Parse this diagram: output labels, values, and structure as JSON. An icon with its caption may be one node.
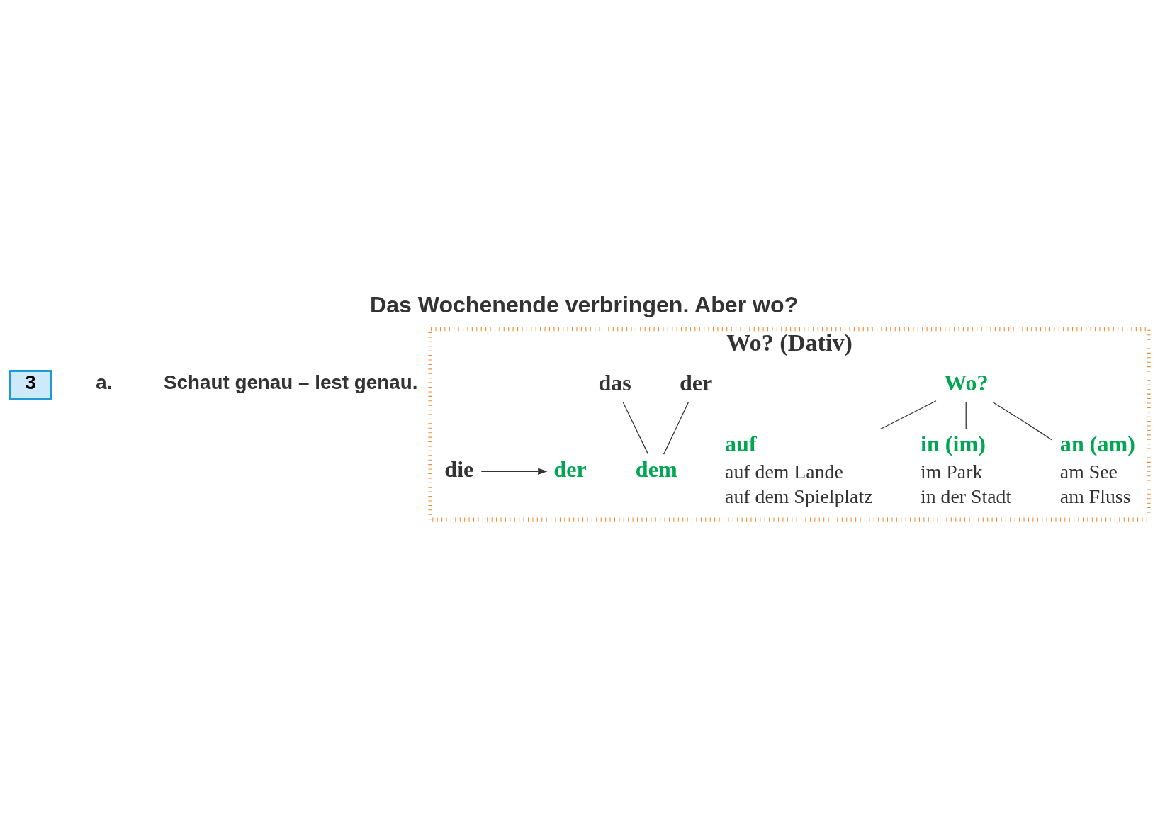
{
  "diagram": {
    "title": "Das Wochenende verbringen. Aber wo?",
    "nodes": [
      {
        "text": [
          "Wo? (Dativ)"
        ]
      },
      {
        "text": [
          "Wo?"
        ],
        "in": 0
      },
      {
        "text": [
          "auf",
          "auf dem Lande",
          "auf dem Spielplatz"
        ],
        "in": 0
      },
      {
        "text": [
          "in (im)",
          "im Park",
          "in der Stadt"
        ],
        "in": 0
      },
      {
        "text": [
          "an (am)",
          "am See",
          "am Fluss"
        ],
        "in": 0
      },
      {
        "text": [
          "der"
        ],
        "in": 0
      },
      {
        "text": [
          "das"
        ],
        "in": 0
      },
      {
        "text": [
          "dem"
        ],
        "in": 0
      },
      {
        "text": [
          "die"
        ],
        "in": 0
      },
      {
        "text": [
          "der"
        ],
        "in": 0
      }
    ],
    "edges": [
      {
        "from": 1,
        "to": 2,
        "arrow": "none"
      },
      {
        "from": 1,
        "to": 3,
        "arrow": "none"
      },
      {
        "from": 1,
        "to": 4,
        "arrow": "none"
      },
      {
        "from": 5,
        "to": 7,
        "arrow": "none"
      },
      {
        "from": 6,
        "to": 7,
        "arrow": "none"
      },
      {
        "from": 8,
        "to": 9,
        "arrow": "to"
      }
    ],
    "labels": [
      "3",
      "a.",
      "Schaut genau – lest genau."
    ]
  }
}
